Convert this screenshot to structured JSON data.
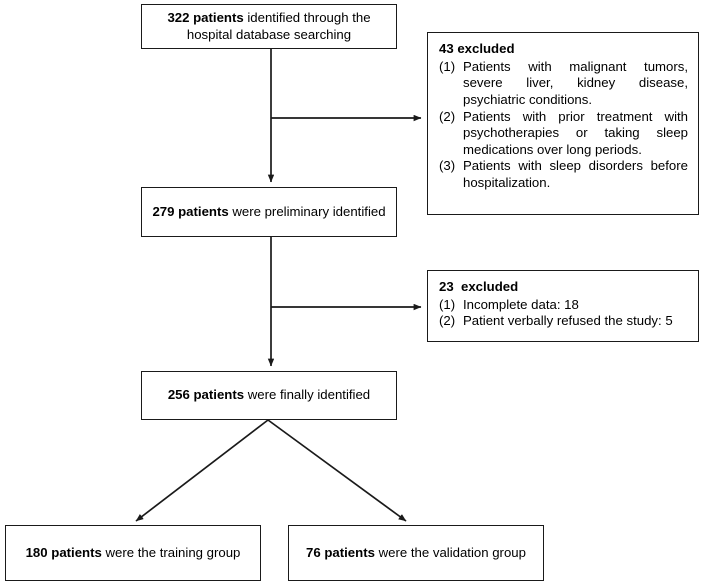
{
  "diagram": {
    "type": "patient-flow-chart",
    "nodes": {
      "identified": {
        "lead": "322 patients",
        "rest": " identified through the hospital database searching"
      },
      "preliminary": {
        "lead": "279 patients",
        "rest": " were preliminary identified"
      },
      "finally_identified": {
        "lead": "256 patients",
        "rest": " were finally identified"
      },
      "training_group": {
        "lead": "180 patients",
        "rest": " were the training group"
      },
      "validation_group": {
        "lead": "76 patients",
        "rest": " were the validation group"
      }
    },
    "exclusions": [
      {
        "title": "43 excluded",
        "items": [
          {
            "marker": "(1)",
            "text": "Patients with malignant tumors, severe liver, kidney disease, psychiatric conditions."
          },
          {
            "marker": "(2)",
            "text": "Patients with prior treatment with psychotherapies or taking sleep medications over long periods."
          },
          {
            "marker": "(3)",
            "text": "Patients with sleep disorders before hospitalization."
          }
        ]
      },
      {
        "title": "23  excluded",
        "items": [
          {
            "marker": "(1)",
            "text": "Incomplete data: 18"
          },
          {
            "marker": "(2)",
            "text": "Patient verbally refused the study: 5"
          }
        ]
      }
    ],
    "colors": {
      "stroke": "#1a1a1a",
      "background": "#ffffff",
      "text": "#000000"
    }
  }
}
